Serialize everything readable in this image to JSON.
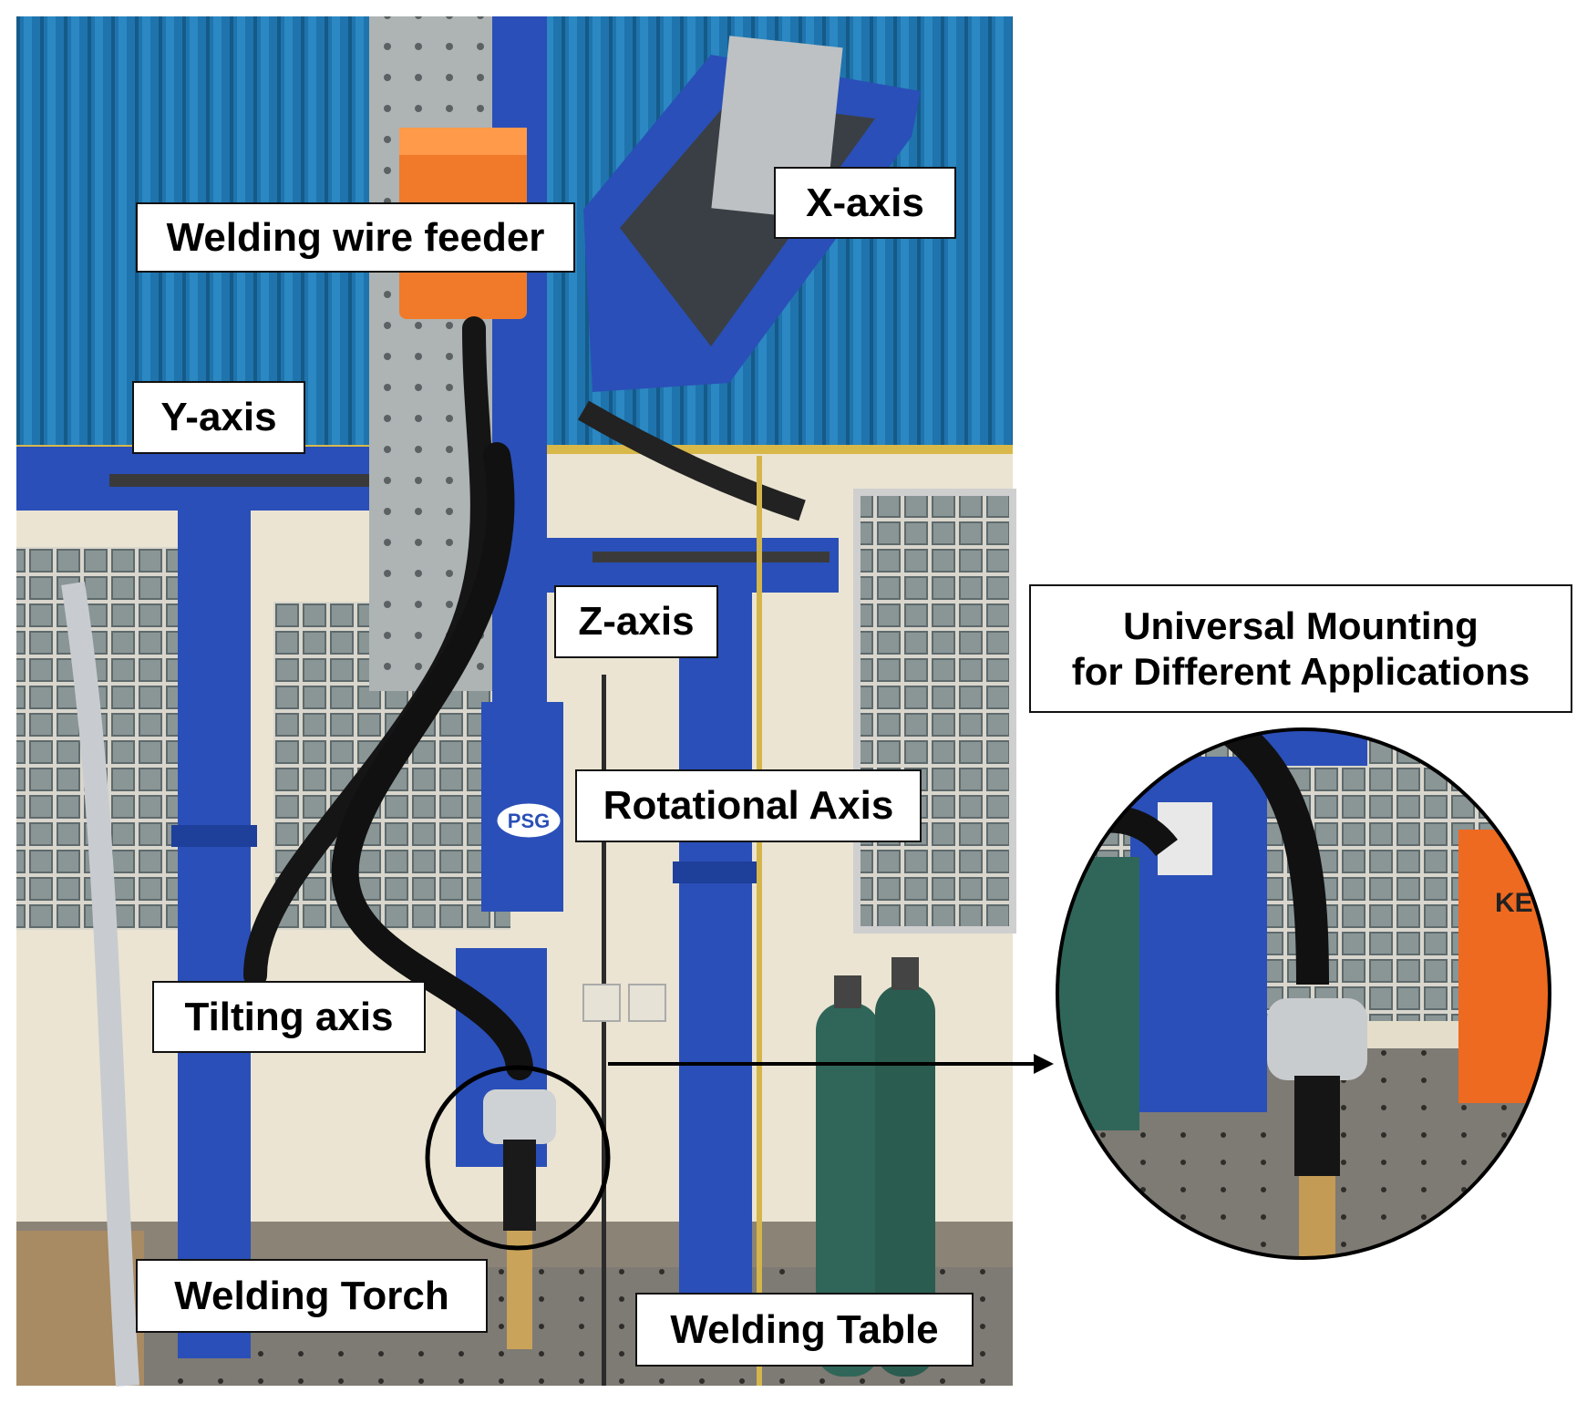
{
  "labels": {
    "welding_wire_feeder": "Welding wire feeder",
    "x_axis": "X-axis",
    "y_axis": "Y-axis",
    "z_axis": "Z-axis",
    "rotational_axis": "Rotational Axis",
    "tilting_axis": "Tilting axis",
    "welding_torch": "Welding Torch",
    "welding_table": "Welding Table",
    "universal_mounting": {
      "line1": "Universal Mounting",
      "line2": "for Different Applications"
    }
  },
  "photo_overlays": {
    "machine_badge": "PSG",
    "inset_machine_text": "KE"
  },
  "colors": {
    "frame_blue": "#2a4fb8",
    "wall_blue": "#1d6fa8",
    "feeder_orange": "#f07a2a",
    "cylinder_green": "#2f6659"
  }
}
